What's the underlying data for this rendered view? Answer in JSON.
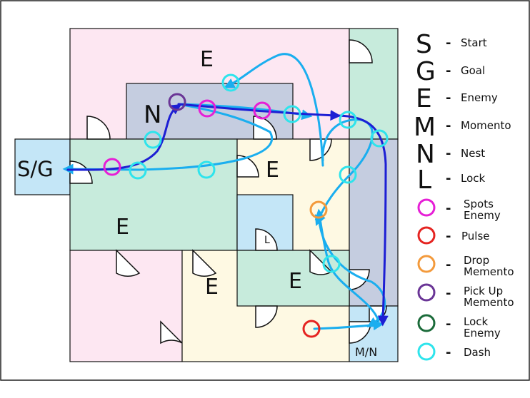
{
  "map": {
    "labels": {
      "start_goal": "S/G",
      "nest_top": "N",
      "enemy_top": "E",
      "enemy_left": "E",
      "enemy_mid_yellow": "E",
      "enemy_bottom_yellow": "E",
      "enemy_bottom_green": "E",
      "lock_room": "L",
      "momento_nest": "M/N"
    },
    "colors": {
      "pink": "#fde7f2",
      "green": "#c7ebdc",
      "slate": "#c5cde0",
      "yellow": "#fef9e3",
      "blue": "#c4e6f7",
      "path_dark": "#1d1fd4",
      "path_light": "#1aaeef",
      "marker_magenta": "#e61fd6",
      "marker_red": "#e52421",
      "marker_orange": "#f39a3c",
      "marker_purple": "#6a3596",
      "marker_green": "#1b6b3a",
      "marker_cyan": "#2ee4ec"
    }
  },
  "legend": [
    {
      "symbol": "S",
      "label": "Start"
    },
    {
      "symbol": "G",
      "label": "Goal"
    },
    {
      "symbol": "E",
      "label": "Enemy"
    },
    {
      "symbol": "M",
      "label": "Momento"
    },
    {
      "symbol": "N",
      "label": "Nest"
    },
    {
      "symbol": "L",
      "label": "Lock"
    },
    {
      "marker": "magenta",
      "label_lines": [
        "Spots",
        "Enemy"
      ]
    },
    {
      "marker": "red",
      "label_lines": [
        "Pulse"
      ]
    },
    {
      "marker": "orange",
      "label_lines": [
        "Drop",
        "Memento"
      ]
    },
    {
      "marker": "purple",
      "label_lines": [
        "Pick Up",
        "Memento"
      ]
    },
    {
      "marker": "green",
      "label_lines": [
        "Lock",
        "Enemy"
      ]
    },
    {
      "marker": "cyan",
      "label_lines": [
        "Dash"
      ]
    }
  ],
  "legend_dash": "-"
}
